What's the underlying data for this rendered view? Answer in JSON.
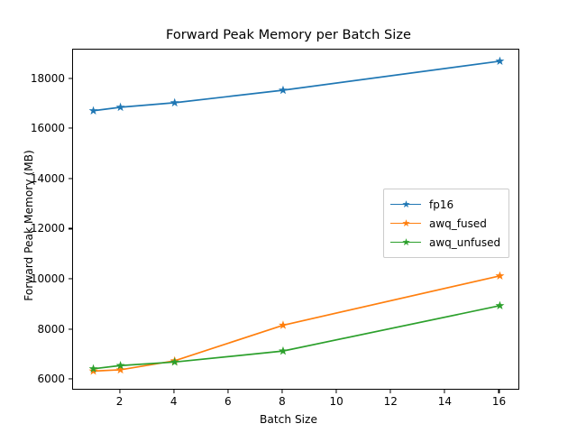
{
  "chart_data": {
    "type": "line",
    "title": "Forward Peak Memory per Batch Size",
    "xlabel": "Batch Size",
    "ylabel": "Forward Peak Memory (MB)",
    "x": [
      1,
      2,
      4,
      8,
      16
    ],
    "xlim": [
      0.25,
      16.75
    ],
    "ylim": [
      5570,
      19180
    ],
    "xticks": [
      2,
      4,
      6,
      8,
      10,
      12,
      14,
      16
    ],
    "xtick_labels": [
      "2",
      "4",
      "6",
      "8",
      "10",
      "12",
      "14",
      "16"
    ],
    "yticks": [
      6000,
      8000,
      10000,
      12000,
      14000,
      16000,
      18000
    ],
    "ytick_labels": [
      "6000",
      "8000",
      "10000",
      "12000",
      "14000",
      "16000",
      "18000"
    ],
    "grid": false,
    "legend_position": "center right",
    "marker": "star",
    "series": [
      {
        "name": "fp16",
        "color": "#1f77b4",
        "values": [
          16740,
          16880,
          17060,
          17560,
          18720
        ]
      },
      {
        "name": "awq_fused",
        "color": "#ff7f0e",
        "values": [
          6350,
          6400,
          6760,
          8180,
          10150
        ]
      },
      {
        "name": "awq_unfused",
        "color": "#2ca02c",
        "values": [
          6440,
          6570,
          6710,
          7150,
          8960
        ]
      }
    ]
  },
  "legend": {
    "items": [
      {
        "label": "fp16",
        "color": "#1f77b4"
      },
      {
        "label": "awq_fused",
        "color": "#ff7f0e"
      },
      {
        "label": "awq_unfused",
        "color": "#2ca02c"
      }
    ]
  }
}
